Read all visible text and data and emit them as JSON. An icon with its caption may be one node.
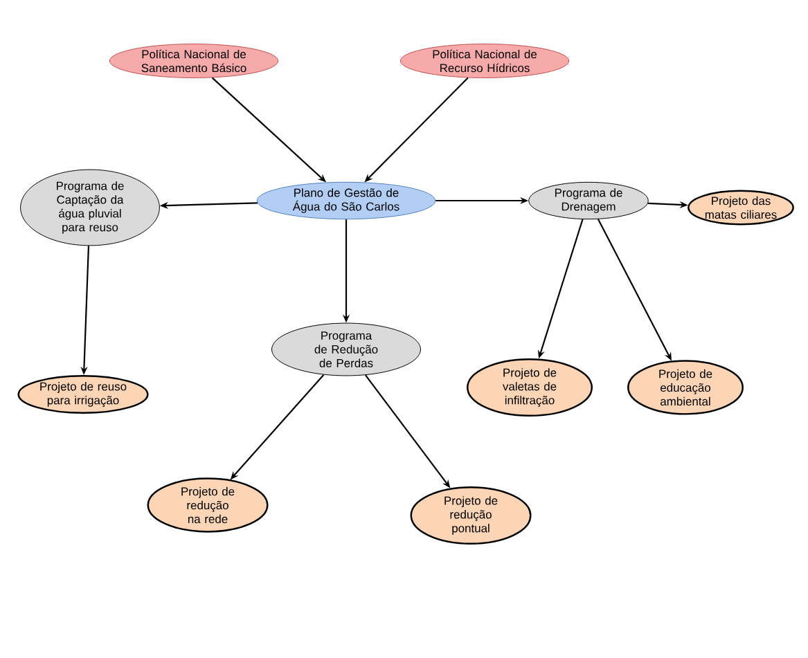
{
  "diagram": {
    "nodes": [
      {
        "text": [
          "Política Nacional de Saneamento Básico"
        ]
      },
      {
        "text": [
          "Política Nacional de Recurso Hídricos"
        ]
      },
      {
        "text": [
          "Plano de Gestão de Água do São Carlos"
        ]
      },
      {
        "text": [
          "Programa de Captação da água pluvial para reuso"
        ]
      },
      {
        "text": [
          "Projeto de reuso para irrigação"
        ]
      },
      {
        "text": [
          "Programa de Redução de Perdas"
        ]
      },
      {
        "text": [
          "Projeto de redução na rede"
        ]
      },
      {
        "text": [
          "Projeto de redução pontual"
        ]
      },
      {
        "text": [
          "Programa de Drenagem"
        ]
      },
      {
        "text": [
          "Projeto de valetas de infiltração"
        ]
      },
      {
        "text": [
          "Projeto de educação ambiental"
        ]
      },
      {
        "text": [
          "Projeto das matas ciliares"
        ]
      }
    ],
    "edges": [
      {
        "from": 0,
        "to": 2,
        "arrow": "to"
      },
      {
        "from": 1,
        "to": 2,
        "arrow": "to"
      },
      {
        "from": 2,
        "to": 3,
        "arrow": "to"
      },
      {
        "from": 2,
        "to": 8,
        "arrow": "to"
      },
      {
        "from": 2,
        "to": 5,
        "arrow": "to"
      },
      {
        "from": 3,
        "to": 4,
        "arrow": "to"
      },
      {
        "from": 5,
        "to": 6,
        "arrow": "to"
      },
      {
        "from": 5,
        "to": 7,
        "arrow": "to"
      },
      {
        "from": 8,
        "to": 9,
        "arrow": "to"
      },
      {
        "from": 8,
        "to": 10,
        "arrow": "to"
      },
      {
        "from": 8,
        "to": 11,
        "arrow": "to"
      }
    ]
  }
}
